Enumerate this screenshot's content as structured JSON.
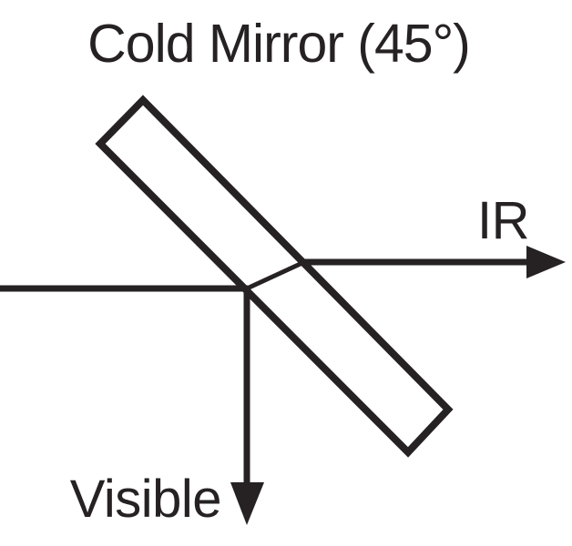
{
  "title": "Cold Mirror (45°)",
  "labels": {
    "ir": "IR",
    "visible": "Visible"
  },
  "colors": {
    "ink": "#262223",
    "background": "#ffffff"
  }
}
